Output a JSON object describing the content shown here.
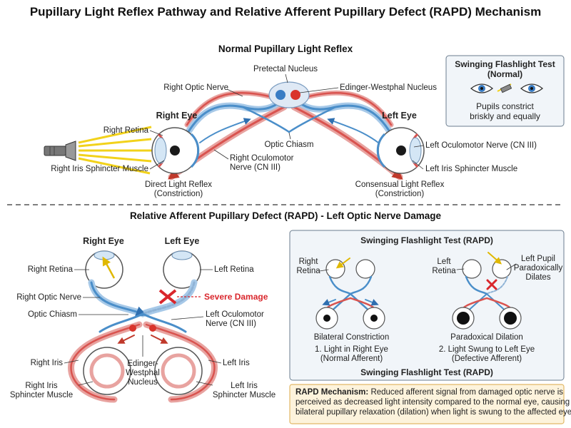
{
  "title": "Pupillary Light Reflex Pathway and Relative Afferent Pupillary Defect (RAPD) Mechanism",
  "normal": {
    "heading": "Normal Pupillary Light Reflex",
    "pretectal_nucleus": "Pretectal Nucleus",
    "right_optic_nerve": "Right Optic Nerve",
    "edinger_westphal": "Edinger-Westphal Nucleus",
    "right_eye": "Right Eye",
    "left_eye": "Left Eye",
    "right_retina": "Right Retina",
    "optic_chiasm": "Optic Chiasm",
    "right_oculomotor_1": "Right Oculomotor",
    "right_oculomotor_2": "Nerve (CN III)",
    "right_iris_sphincter": "Right Iris Sphincter Muscle",
    "left_oculomotor": "Left Oculomotor Nerve (CN III)",
    "left_iris_sphincter": "Left Iris Sphincter Muscle",
    "direct_1": "Direct Light Reflex",
    "direct_2": "(Constriction)",
    "consensual_1": "Consensual Light Reflex",
    "consensual_2": "(Constriction)"
  },
  "swing_normal": {
    "title_1": "Swinging Flashlight Test",
    "title_2": "(Normal)",
    "caption_1": "Pupils constrict",
    "caption_2": "briskly and equally"
  },
  "rapd": {
    "heading": "Relative Afferent Pupillary Defect (RAPD) - Left Optic Nerve Damage",
    "right_eye": "Right Eye",
    "left_eye": "Left Eye",
    "right_retina": "Right Retina",
    "left_retina": "Left Retina",
    "right_optic_nerve": "Right Optic Nerve",
    "severe_damage": "Severe Damage",
    "optic_chiasm": "Optic Chiasm",
    "left_oculomotor_1": "Left Oculomotor",
    "left_oculomotor_2": "Nerve (CN III)",
    "right_iris": "Right Iris",
    "left_iris": "Left Iris",
    "ew_1": "Edinger-",
    "ew_2": "Westphal",
    "ew_3": "Nucleus",
    "right_iris_sphincter_1": "Right Iris",
    "right_iris_sphincter_2": "Sphincter Muscle",
    "left_iris_sphincter_1": "Left Iris",
    "left_iris_sphincter_2": "Sphincter Muscle"
  },
  "swing_rapd": {
    "title": "Swinging Flashlight Test (RAPD)",
    "right_retina_1": "Right",
    "right_retina_2": "Retina",
    "left_retina_1": "Left",
    "left_retina_2": "Retina",
    "left_pupil_1": "Left Pupil",
    "left_pupil_2": "Paradoxically",
    "left_pupil_3": "Dilates",
    "bilateral": "Bilateral Constriction",
    "paradoxical": "Paradoxical Dilation",
    "step1_1": "1. Light in Right Eye",
    "step1_2": "(Normal Afferent)",
    "step2_1": "2. Light Swung to Left Eye",
    "step2_2": "(Defective Afferent)",
    "footer_title": "Swinging Flashlight Test (RAPD)"
  },
  "mechanism": {
    "label": "RAPD Mechanism:",
    "text_1": " Reduced afferent signal from damaged optic nerve is",
    "text_2": "perceived as decreased light intensity compared to the normal eye, causing",
    "text_3": "bilateral pupillary relaxation (dilation) when light is swung to the affected eye."
  },
  "colors": {
    "afferent": "#4a8ec9",
    "efferent": "#d9534f",
    "light": "#f2d21b",
    "damage": "#d9262c",
    "panel_bg": "#f1f5f9",
    "mechanism_bg": "#fdf3dc"
  }
}
